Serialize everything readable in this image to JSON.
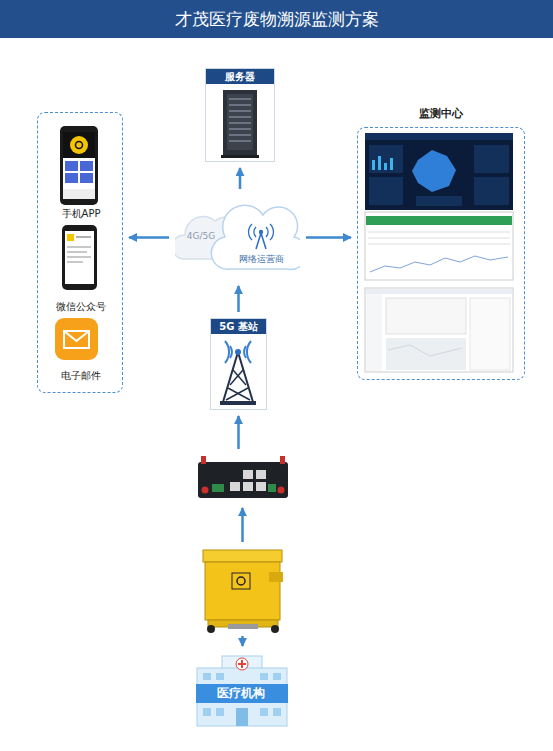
{
  "diagram": {
    "title": "才茂医疗废物溯源监测方案",
    "nodes": [
      {
        "text": [
          "服务器"
        ]
      },
      {
        "text": []
      },
      {
        "text": [
          "手机APP"
        ],
        "in": 1
      },
      {
        "text": [
          "微信公众号"
        ],
        "in": 1
      },
      {
        "text": [
          "电子邮件"
        ],
        "in": 1
      },
      {
        "text": [
          "4G/5G",
          "网络运营商"
        ]
      },
      {
        "text": [
          "监测中心"
        ]
      },
      {
        "text": [
          "5G 基站"
        ]
      },
      {
        "text": []
      },
      {
        "text": []
      },
      {
        "text": [
          "医疗机构"
        ]
      }
    ],
    "edges": [
      {
        "from": 5,
        "to": 0,
        "arrow": "to"
      },
      {
        "from": 5,
        "to": 1,
        "arrow": "to"
      },
      {
        "from": 5,
        "to": 6,
        "arrow": "to"
      },
      {
        "from": 7,
        "to": 5,
        "arrow": "to"
      },
      {
        "from": 8,
        "to": 7,
        "arrow": "to"
      },
      {
        "from": 9,
        "to": 8,
        "arrow": "to"
      },
      {
        "from": 9,
        "to": 10,
        "arrow": "to"
      }
    ]
  }
}
